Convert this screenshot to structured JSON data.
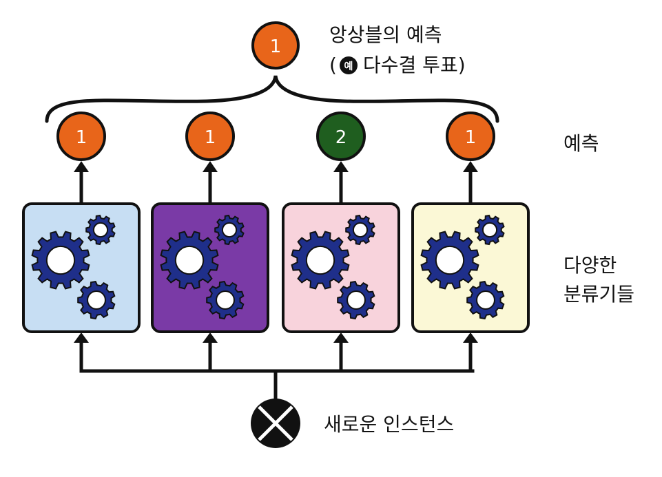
{
  "ensemble": {
    "prediction_value": "1",
    "label_line1": "앙상블의 예측",
    "label_paren_open": "(",
    "example_badge": "예",
    "label_line2_rest": "다수결 투표)"
  },
  "predictions": {
    "label": "예측",
    "items": [
      {
        "value": "1",
        "color": "#e8651a"
      },
      {
        "value": "1",
        "color": "#e8651a"
      },
      {
        "value": "2",
        "color": "#1f5e1f"
      },
      {
        "value": "1",
        "color": "#e8651a"
      }
    ]
  },
  "classifiers": {
    "label_line1": "다양한",
    "label_line2": "분류기들",
    "items": [
      {
        "bg": "#c7def3"
      },
      {
        "bg": "#7a3aa6"
      },
      {
        "bg": "#f8d3dc"
      },
      {
        "bg": "#fbf8d6"
      }
    ],
    "gear_color": "#1f2f8a"
  },
  "input": {
    "label": "새로운 인스턴스"
  },
  "colors": {
    "orange": "#e8651a",
    "green": "#1f5e1f",
    "line": "#111111"
  }
}
